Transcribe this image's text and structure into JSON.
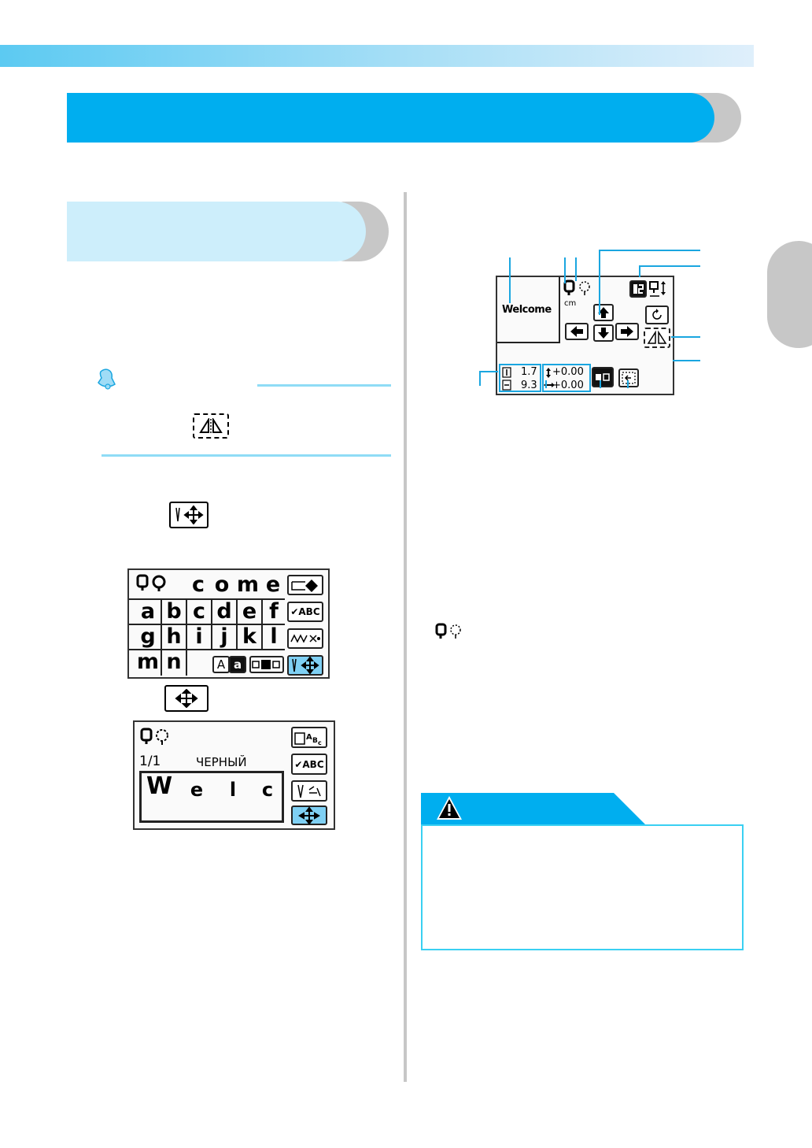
{
  "lcd_alphabet": {
    "top_row": [
      "c",
      "o",
      "m",
      "e"
    ],
    "rows": [
      [
        "a",
        "b",
        "c",
        "d",
        "e",
        "f"
      ],
      [
        "g",
        "h",
        "i",
        "j",
        "k",
        "l"
      ],
      [
        "m",
        "n"
      ]
    ],
    "keys": {
      "case_upper": "A",
      "case_lower": "a",
      "check_abc": "✔ABC"
    }
  },
  "lcd_edit": {
    "page": "1/1",
    "color_name": "ЧЕРНЫЙ",
    "letters": [
      "W",
      "e",
      "l",
      "c"
    ],
    "keys": {
      "check_abc": "✔ABC"
    }
  },
  "diagram": {
    "preview_text": "Welcome",
    "unit": "cm",
    "height_value": "1.7",
    "width_value": "9.3",
    "v_offset": "+0.00",
    "h_offset": "+0.00"
  },
  "colors": {
    "accent": "#00aeef",
    "accent_light": "#cdeefb",
    "callout": "#1aa6e0",
    "tab_gray": "#c7c7c7",
    "key_active": "#7fd0f4"
  }
}
